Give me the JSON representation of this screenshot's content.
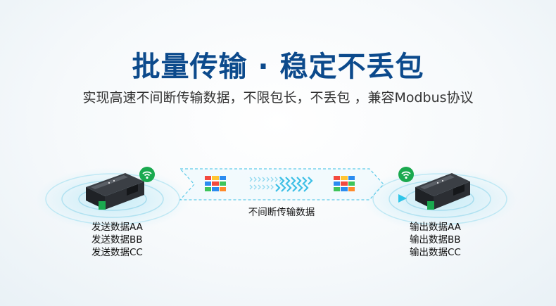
{
  "title": "批量传输 · 稳定不丢包",
  "subtitle": "实现高速不间断传输数据，不限包长，不丢包 ，兼容Modbus协议",
  "flow_label": "不间断传输数据",
  "sender": {
    "lines": [
      "发送数据AA",
      "发送数据BB",
      "发送数据CC"
    ]
  },
  "receiver": {
    "lines": [
      "输出数据AA",
      "输出数据BB",
      "输出数据CC"
    ]
  },
  "colors": {
    "title": "#0c4a8c",
    "accent": "#2ec5e8",
    "wifi": "#1aa94f"
  },
  "icons": [
    "wifi-icon",
    "data-packet-icon",
    "arrow-icon"
  ]
}
